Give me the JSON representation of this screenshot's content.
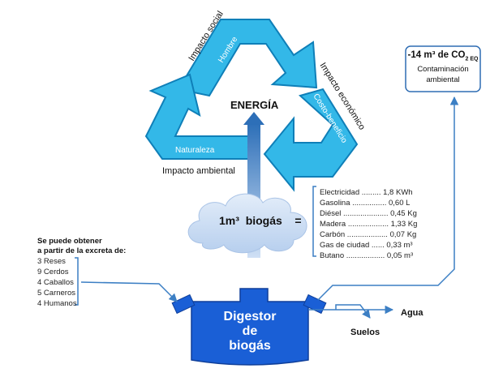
{
  "cycle": {
    "center_label": "ENERGÍA",
    "social_outer": "Impacto social",
    "social_inner": "Hombre",
    "economic_outer": "Impacto económico",
    "economic_inner": "Costo-beneficio",
    "environmental_outer": "Impacto ambiental",
    "environmental_inner": "Naturaleza"
  },
  "biogas_cloud": {
    "amount": "1m³",
    "label": "biogás",
    "equals": "="
  },
  "equivalents": [
    {
      "text": "Electricidad ......... 1,8 KWh"
    },
    {
      "text": "Gasolina ................ 0,60 L"
    },
    {
      "text": "Diésel ..................... 0,45 Kg"
    },
    {
      "text": "Madera ................... 1,33 Kg"
    },
    {
      "text": "Carbón ................... 0,07 Kg"
    },
    {
      "text": "Gas de ciudad ...... 0,33 m³"
    },
    {
      "text": "Butano .................. 0,05 m³"
    }
  ],
  "co2_box": {
    "value": "-14 m³ de CO",
    "sub": "2 EQ",
    "line1": "Contaminación",
    "line2": "ambiental"
  },
  "excreta": {
    "title_line1": "Se puede obtener",
    "title_line2": "a partir de la excreta de:",
    "items": [
      "3 Reses",
      "9 Cerdos",
      "4 Caballos",
      "5 Carneros",
      "4 Humanos"
    ]
  },
  "digestor": {
    "line1": "Digestor",
    "line2": "de",
    "line3": "biogás"
  },
  "outputs": {
    "water": "Agua",
    "soil": "Suelos"
  },
  "colors": {
    "cycle_fill": "#33b8e8",
    "cycle_stroke": "#0f7fb8",
    "digestor": "#1a5fd6",
    "arrow": "#3c7fc4",
    "cloud": "#c9dcf2"
  }
}
